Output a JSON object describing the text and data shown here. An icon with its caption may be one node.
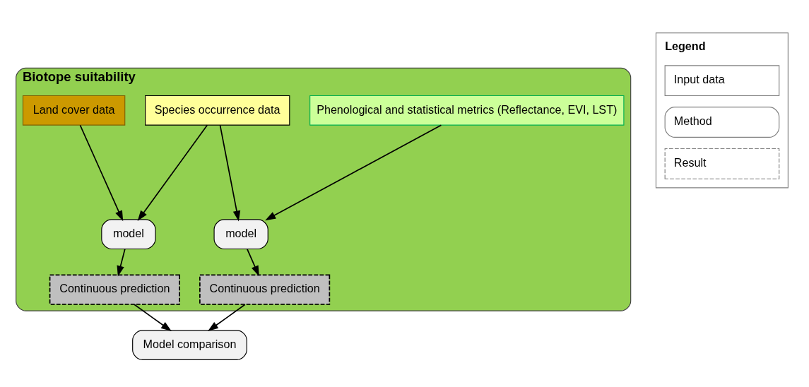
{
  "diagram": {
    "nodes": [
      {
        "text": [
          "Biotope suitability"
        ]
      },
      {
        "text": [
          "Land cover data"
        ],
        "in": 0
      },
      {
        "text": [
          "Species occurrence data"
        ],
        "in": 0
      },
      {
        "text": [
          "Phenological and statistical metrics (Reflectance, EVI, LST)"
        ],
        "in": 0
      },
      {
        "text": [
          "model"
        ],
        "in": 0
      },
      {
        "text": [
          "model"
        ],
        "in": 0
      },
      {
        "text": [
          "Continuous prediction"
        ],
        "in": 0
      },
      {
        "text": [
          "Continuous prediction"
        ],
        "in": 0
      },
      {
        "text": [
          "Model comparison"
        ]
      }
    ],
    "edges": [
      {
        "from": 1,
        "to": 4,
        "arrow": "to"
      },
      {
        "from": 2,
        "to": 4,
        "arrow": "to"
      },
      {
        "from": 2,
        "to": 5,
        "arrow": "to"
      },
      {
        "from": 3,
        "to": 5,
        "arrow": "to"
      },
      {
        "from": 4,
        "to": 6,
        "arrow": "to"
      },
      {
        "from": 5,
        "to": 7,
        "arrow": "to"
      },
      {
        "from": 6,
        "to": 8,
        "arrow": "to"
      },
      {
        "from": 7,
        "to": 8,
        "arrow": "to"
      }
    ],
    "labels": [
      "Legend"
    ],
    "legend": [
      {
        "text": "Input data"
      },
      {
        "text": "Method"
      },
      {
        "text": "Result"
      }
    ]
  }
}
